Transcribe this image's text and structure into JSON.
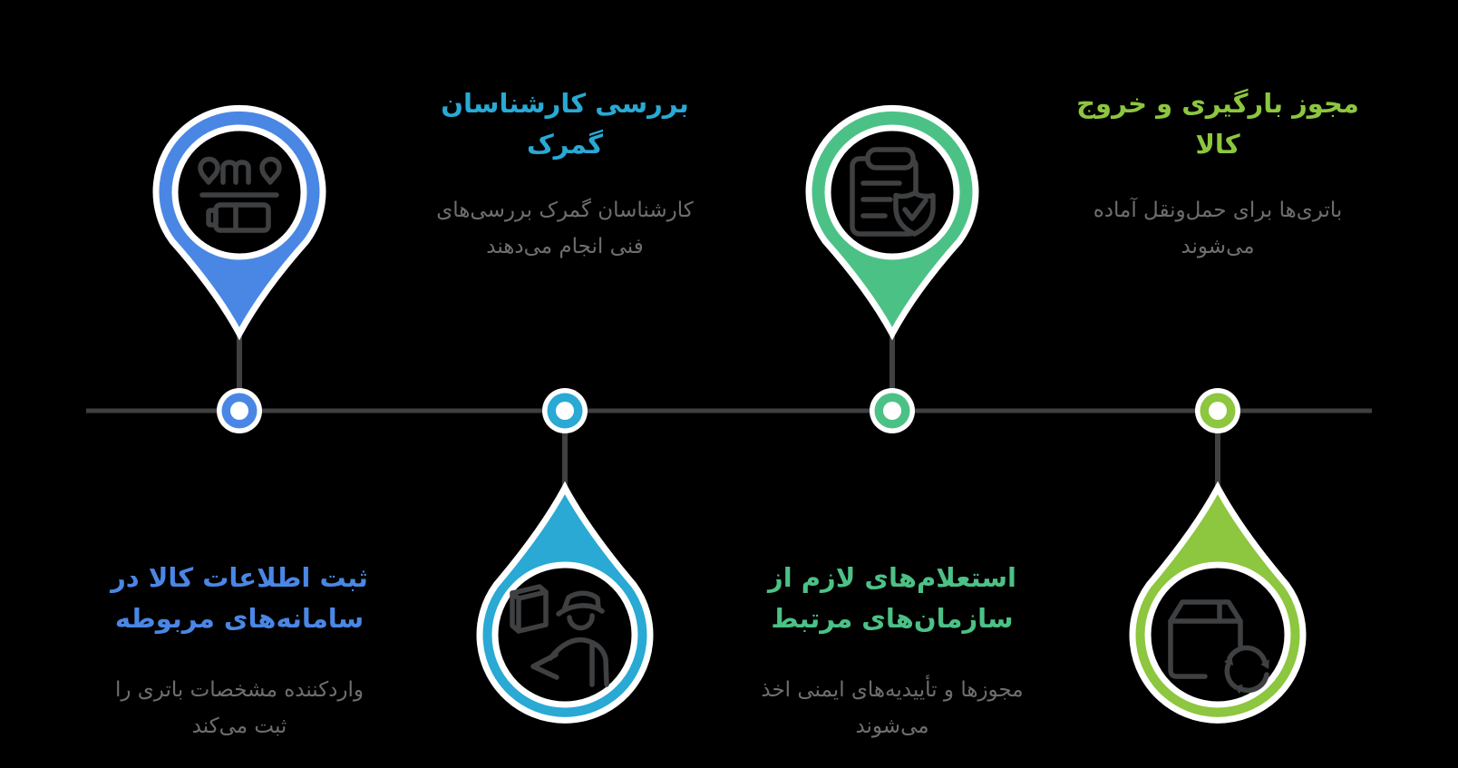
{
  "figure": {
    "type": "process-timeline-infographic",
    "language": "fa",
    "direction": "rtl"
  },
  "colors": {
    "background": "#000000",
    "timeline_line": "#3f4042",
    "icon_stroke": "#3e4042",
    "description_text": "#6d6e71",
    "pin_outline": "#ffffff"
  },
  "items": [
    {
      "name": "register-goods-info",
      "color": "#4a87e5",
      "icon": "battery-location-icon",
      "pin_side": "above",
      "text_side": "below",
      "title_lines": [
        "ثبت اطلاعات کالا در",
        "سامانه‌های مربوطه"
      ],
      "description_lines": [
        "واردکننده مشخصات باتری را",
        "ثبت می‌کند"
      ]
    },
    {
      "name": "customs-expert-review",
      "color": "#29a9d4",
      "icon": "customs-officer-inspection-icon",
      "pin_side": "below",
      "text_side": "above",
      "title_lines": [
        "بررسی کارشناسان",
        "گمرک"
      ],
      "description_lines": [
        "کارشناسان گمرک بررسی‌های",
        "فنی انجام می‌دهند"
      ]
    },
    {
      "name": "required-inquiries",
      "color": "#4cc186",
      "icon": "clipboard-shield-check-icon",
      "pin_side": "above",
      "text_side": "below",
      "title_lines": [
        "استعلام‌های لازم از",
        "سازمان‌های مرتبط"
      ],
      "description_lines": [
        "مجوزها و تأییدیه‌های ایمنی اخذ",
        "می‌شوند"
      ]
    },
    {
      "name": "loading-exit-permit",
      "color": "#8dc63f",
      "icon": "package-recycle-icon",
      "pin_side": "below",
      "text_side": "above",
      "title_lines": [
        "مجوز بارگیری و خروج",
        "کالا"
      ],
      "description_lines": [
        "باتری‌ها برای حمل‌ونقل آماده",
        "می‌شوند"
      ]
    }
  ]
}
